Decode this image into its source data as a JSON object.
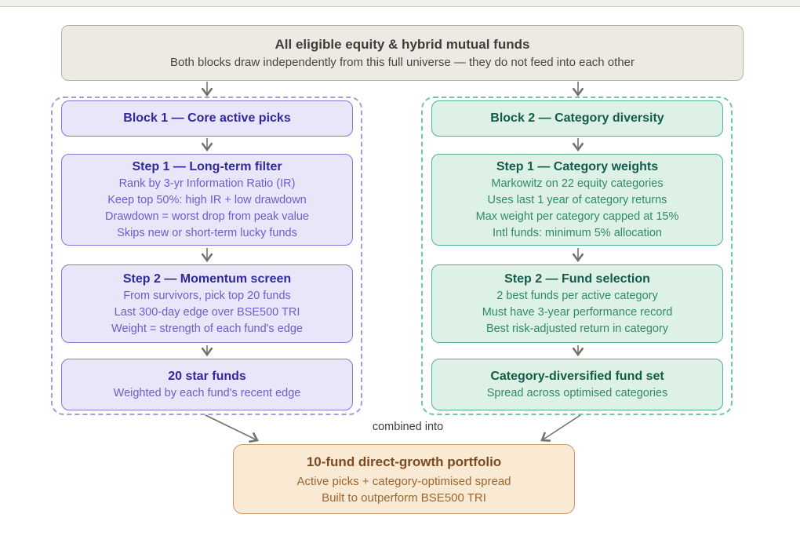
{
  "universe": {
    "title": "All eligible equity & hybrid mutual funds",
    "subtitle": "Both blocks draw independently from this full universe — they do not feed into each other"
  },
  "block1": {
    "title": "Block 1 — Core active picks",
    "step1": {
      "title": "Step 1 — Long-term filter",
      "lines": [
        "Rank by 3-yr Information Ratio (IR)",
        "Keep top 50%: high IR + low drawdown",
        "Drawdown = worst drop from peak value",
        "Skips new or short-term lucky funds"
      ]
    },
    "step2": {
      "title": "Step 2 — Momentum screen",
      "lines": [
        "From survivors, pick top 20 funds",
        "Last 300-day edge over BSE500 TRI",
        "Weight = strength of each fund's edge"
      ]
    },
    "result": {
      "title": "20 star funds",
      "lines": [
        "Weighted by each fund's recent edge"
      ]
    }
  },
  "block2": {
    "title": "Block 2 — Category diversity",
    "step1": {
      "title": "Step 1 — Category weights",
      "lines": [
        "Markowitz on 22 equity categories",
        "Uses last 1 year of category returns",
        "Max weight per category capped at 15%",
        "Intl funds: minimum 5% allocation"
      ]
    },
    "step2": {
      "title": "Step 2 — Fund selection",
      "lines": [
        "2 best funds per active category",
        "Must have 3-year performance record",
        "Best risk-adjusted return in category"
      ]
    },
    "result": {
      "title": "Category-diversified fund set",
      "lines": [
        "Spread across optimised categories"
      ]
    }
  },
  "combiner": {
    "label": "combined into"
  },
  "final": {
    "title": "10-fund direct-growth portfolio",
    "lines": [
      "Active picks + category-optimised spread",
      "Built to outperform BSE500 TRI"
    ]
  },
  "colors": {
    "purple_accent": "#8379d4",
    "purple_fill": "#e9e6fa",
    "green_accent": "#51b28d",
    "green_fill": "#def1e7",
    "beige_fill": "#edeae3",
    "orange_fill": "#fbead3",
    "orange_accent": "#c8986a",
    "arrow": "#72716c"
  }
}
